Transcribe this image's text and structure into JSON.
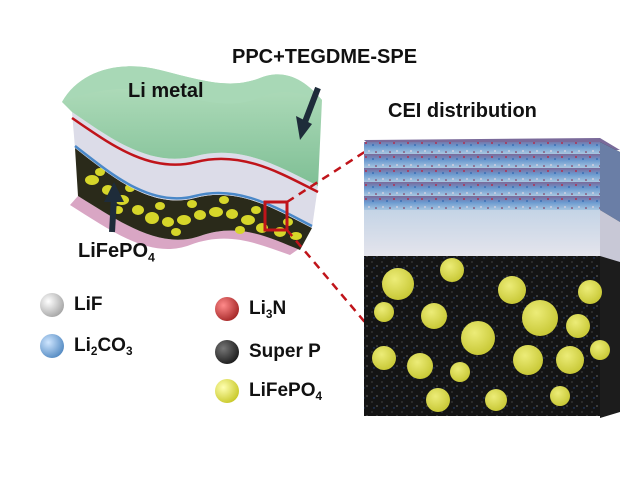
{
  "labels": {
    "li_metal": "Li metal",
    "spe": "PPC+TEGDME-SPE",
    "cathode": {
      "main": "LiFePO",
      "sub": "4"
    },
    "cei": "CEI distribution"
  },
  "legend": [
    {
      "main": "LiF",
      "sub": "",
      "post": "",
      "color": "#c8c8c8"
    },
    {
      "main": "Li",
      "sub": "2",
      "post": "CO",
      "sub2": "3",
      "color": "#5a9bd4"
    },
    {
      "main": "Li",
      "sub": "3",
      "post": "N",
      "sub2": "",
      "color": "#c0141a"
    },
    {
      "main": "Super P",
      "sub": "",
      "post": "",
      "color": "#1a1a1a"
    },
    {
      "main": "LiFePO",
      "sub": "4",
      "post": "",
      "color": "#e8e820"
    }
  ],
  "colors": {
    "callout": "#c0141a",
    "li_metal_layer": "#8cc8a0",
    "electrolyte_layer": "#d8d8e8",
    "cathode_particles": "#e8e020",
    "arrow": "#1e2c3a"
  },
  "icons": [
    "arrow-down-icon",
    "arrow-up-icon",
    "zoom-box-icon"
  ]
}
